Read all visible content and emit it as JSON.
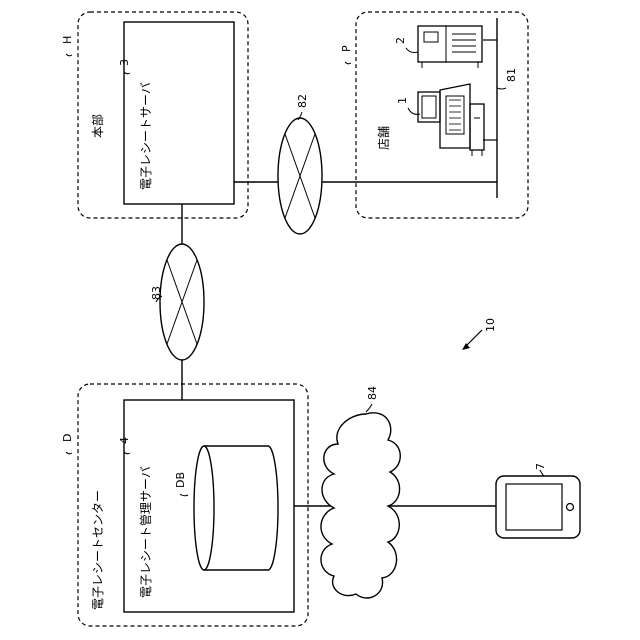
{
  "figure": {
    "system_ref": "10",
    "headquarters": {
      "ref": "H",
      "label": "本部"
    },
    "receipt_server": {
      "ref": "3",
      "label": "電子レシートサーバ"
    },
    "store_group": {
      "ref": "P",
      "label": "店舗"
    },
    "pos_terminal": {
      "ref": "1"
    },
    "store_server": {
      "ref": "2"
    },
    "store_lan": {
      "ref": "81"
    },
    "network_82": {
      "ref": "82"
    },
    "network_83": {
      "ref": "83"
    },
    "internet_84": {
      "ref": "84"
    },
    "receipt_center": {
      "ref": "D",
      "label": "電子レシートセンター"
    },
    "management_server": {
      "ref": "4",
      "label": "電子レシート管理サーバ"
    },
    "database": {
      "label": "DB"
    },
    "user_terminal": {
      "ref": "7"
    }
  }
}
